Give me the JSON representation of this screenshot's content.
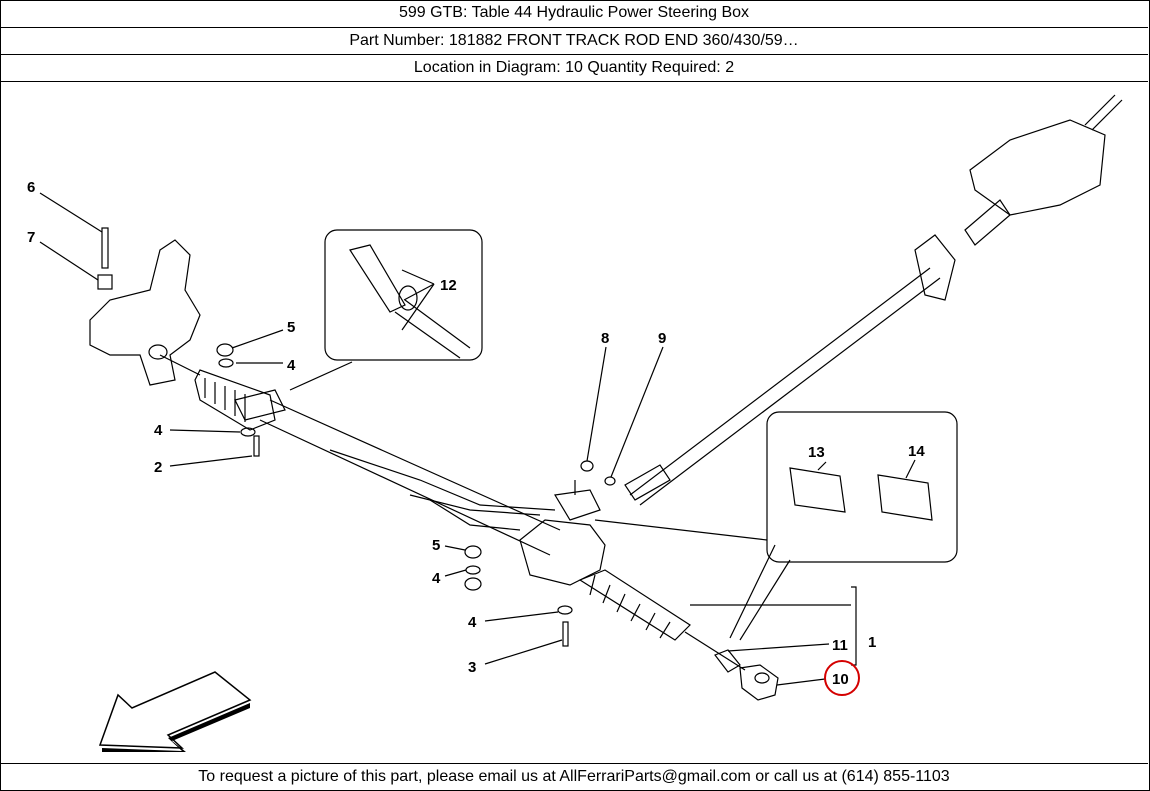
{
  "header": {
    "title_line": "599 GTB:   Table 44 Hydraulic Power Steering Box",
    "part_line": "Part Number: 181882   FRONT TRACK ROD END 360/430/59…",
    "location_line": "Location in Diagram: 10   Quantity Required: 2"
  },
  "callouts": {
    "c1": "1",
    "c2": "2",
    "c3": "3",
    "c4a": "4",
    "c4b": "4",
    "c4c": "4",
    "c4d": "4",
    "c5a": "5",
    "c5b": "5",
    "c6": "6",
    "c7": "7",
    "c8": "8",
    "c9": "9",
    "c10": "10",
    "c11": "11",
    "c12": "12",
    "c13": "13",
    "c14": "14"
  },
  "highlight_color": "#d40000",
  "footer": {
    "text": "To request a picture of this part, please email us at AllFerrariParts@gmail.com or call us at (614) 855-1103"
  }
}
